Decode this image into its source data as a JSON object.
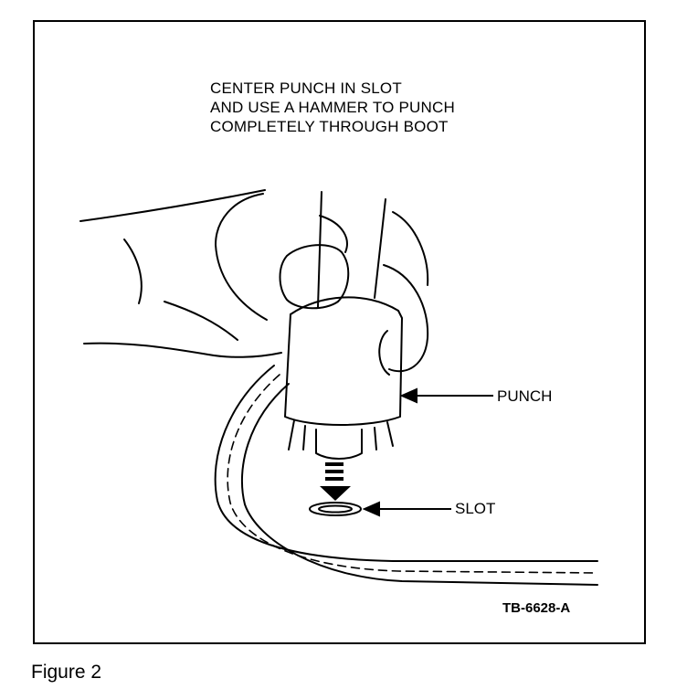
{
  "figure": {
    "instruction_lines": [
      "CENTER PUNCH IN SLOT",
      "AND USE A HAMMER TO PUNCH",
      "COMPLETELY THROUGH BOOT"
    ],
    "callouts": {
      "punch": "PUNCH",
      "slot": "SLOT"
    },
    "reference_code": "TB-6628-A",
    "caption": "Figure 2"
  }
}
